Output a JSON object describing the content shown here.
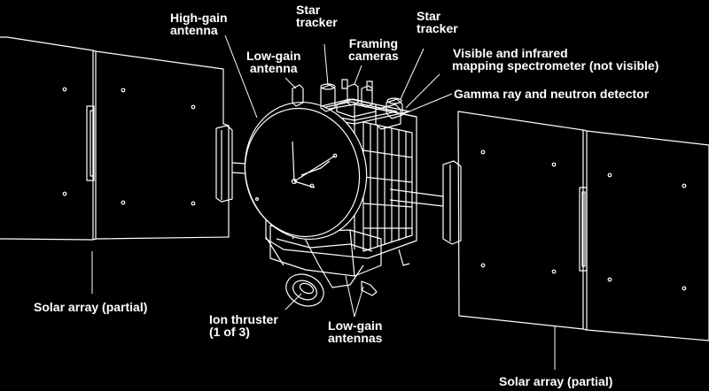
{
  "labels": {
    "high_gain_antenna": [
      "High-gain",
      "antenna"
    ],
    "low_gain_antenna": [
      "Low-gain",
      "antenna"
    ],
    "star_tracker_1": [
      "Star",
      "tracker"
    ],
    "framing_cameras": [
      "Framing",
      "cameras"
    ],
    "star_tracker_2": [
      "Star",
      "tracker"
    ],
    "vir_spectrometer": [
      "Visible and infrared",
      "mapping spectrometer (not visible)"
    ],
    "grand": "Gamma ray and neutron detector",
    "solar_array_left": "Solar array (partial)",
    "solar_array_right": "Solar array (partial)",
    "ion_thruster": [
      "Ion thruster",
      "(1 of 3)"
    ],
    "low_gain_antennas": [
      "Low-gain",
      "antennas"
    ]
  },
  "colors": {
    "background": "#000000",
    "line": "#ffffff",
    "text": "#ffffff"
  }
}
